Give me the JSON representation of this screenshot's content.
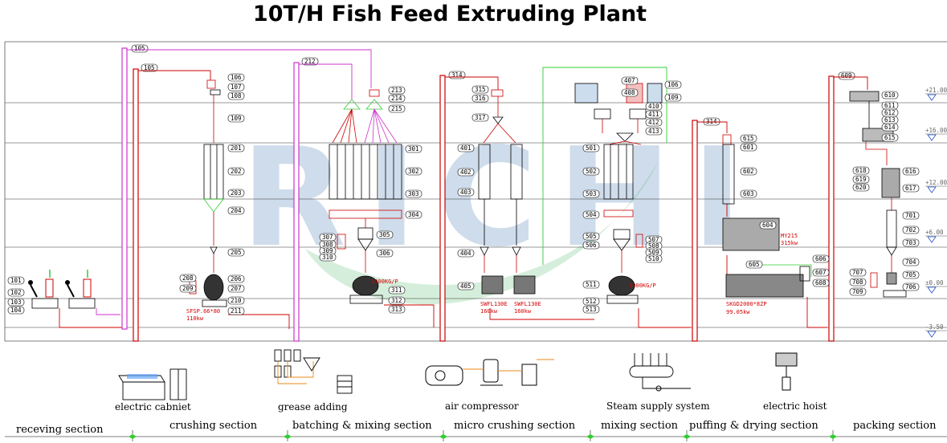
{
  "title": "10T/H Fish Feed Extruding Plant",
  "watermark": "RICHI",
  "colors": {
    "red_line": "#cc0000",
    "pink_line": "#cc33cc",
    "green_line": "#33cc33",
    "ruler": "#555555"
  },
  "levels": [
    "+21.00",
    "+16.00",
    "+12.00",
    "+6.00",
    "±0.00",
    "-3.50"
  ],
  "tags": {
    "recv": [
      "101",
      "102",
      "103",
      "104"
    ],
    "elev": [
      "105",
      "105",
      "212",
      "314",
      "314",
      "609"
    ],
    "crush_top": [
      "106",
      "107",
      "108",
      "109"
    ],
    "crush_bins": [
      "201",
      "202",
      "203",
      "204",
      "205"
    ],
    "crush_mill": [
      "206",
      "207",
      "208",
      "209",
      "210",
      "211"
    ],
    "batch_top": [
      "213",
      "214",
      "215"
    ],
    "batch_bins": [
      "301",
      "302",
      "303",
      "304"
    ],
    "batch_mix": [
      "305",
      "306",
      "307",
      "308",
      "309",
      "310"
    ],
    "batch_bottom": [
      "311",
      "312",
      "313"
    ],
    "micro_top": [
      "315",
      "316",
      "317"
    ],
    "micro_bins": [
      "401",
      "402",
      "403",
      "404",
      "405"
    ],
    "mix_top": [
      "407",
      "408",
      "106",
      "109",
      "410",
      "411",
      "412",
      "413"
    ],
    "mix_bins": [
      "501",
      "502",
      "503",
      "504",
      "505",
      "506"
    ],
    "mix_side": [
      "507",
      "508",
      "509",
      "510"
    ],
    "mix_bottom": [
      "511",
      "512",
      "513"
    ],
    "puff": [
      "615",
      "601",
      "602",
      "603",
      "604",
      "605",
      "606",
      "607",
      "608"
    ],
    "pack": [
      "610",
      "611",
      "612",
      "613",
      "614",
      "615",
      "616",
      "617",
      "618",
      "619",
      "620",
      "701",
      "702",
      "703",
      "704",
      "705",
      "706",
      "707",
      "708",
      "709"
    ]
  },
  "equipment": {
    "hammer_mill": "SFSP.66*80",
    "hammer_power": "110kw",
    "mixer_1": "1000KG/P",
    "mixer_2": "1000KG/P",
    "pulverizer_1": "SWFL130E",
    "pulverizer_1_power": "160kw",
    "pulverizer_2": "SWFL130E",
    "pulverizer_2_power": "160kw",
    "extruder": "MY215",
    "extruder_power": "315kw",
    "dryer": "SKGD2000*8ZP",
    "dryer_power": "99.05kw"
  },
  "auxiliary": [
    "electric cabniet",
    "grease adding",
    "air compressor",
    "Steam supply system",
    "electric hoist"
  ],
  "sections": [
    "receving section",
    "crushing section",
    "batching & mixing section",
    "micro crushing section",
    "mixing section",
    "puffing & drying section",
    "packing section"
  ]
}
